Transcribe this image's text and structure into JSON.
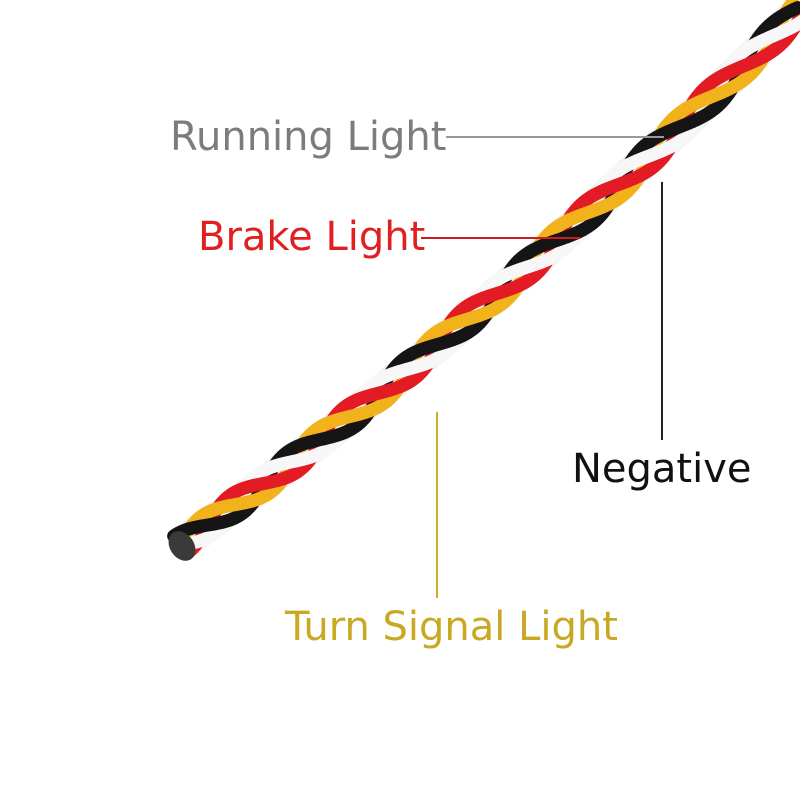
{
  "labels": {
    "running": "Running Light",
    "brake": "Brake Light",
    "negative": "Negative",
    "turn": "Turn Signal Light"
  },
  "colors": {
    "running_text": "#7c7c7c",
    "running_line": "#9a9a9a",
    "brake_text": "#e02020",
    "brake_line": "#c81e1e",
    "negative_text": "#111111",
    "negative_line": "#222222",
    "turn_text": "#c9a824",
    "turn_line": "#d2ae28",
    "wire_white": "#f7f7f7",
    "wire_red": "#e21b24",
    "wire_yellow": "#f2b21c",
    "wire_black": "#151515"
  }
}
